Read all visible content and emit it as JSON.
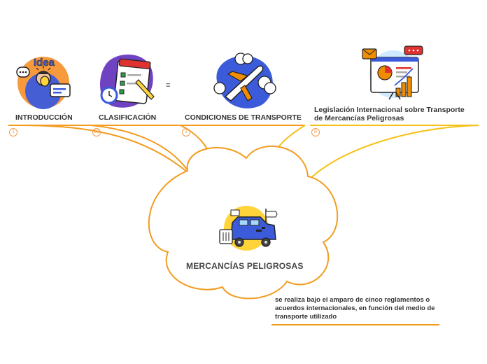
{
  "topics": [
    {
      "label": "INTRODUCCIÓN",
      "badge": "1",
      "icon": "idea-person-icon"
    },
    {
      "label": "CLASIFICACIÓN",
      "badge": "23",
      "icon": "checklist-clock-icon"
    },
    {
      "label": "CONDICIONES DE TRANSPORTE",
      "badge": "1",
      "icon": "airplane-clouds-icon"
    },
    {
      "label": "Legislación Internacional sobre Transporte de Mercancías Peligrosas",
      "badge": "8",
      "icon": "presentation-chart-icon"
    }
  ],
  "center": {
    "label": "MERCANCÍAS PELIGROSAS",
    "icon": "delivery-truck-icon"
  },
  "note": "se realiza bajo el amparo de cinco reglamentos o acuerdos internacionales, en función del medio de transporte utilizado",
  "menu_glyph": "≡",
  "colors": {
    "branch": "#f39c1f",
    "branch_yellow": "#f5c21b",
    "cloud_stroke": "#f39c1f",
    "icon_blue": "#3b5bdb"
  }
}
